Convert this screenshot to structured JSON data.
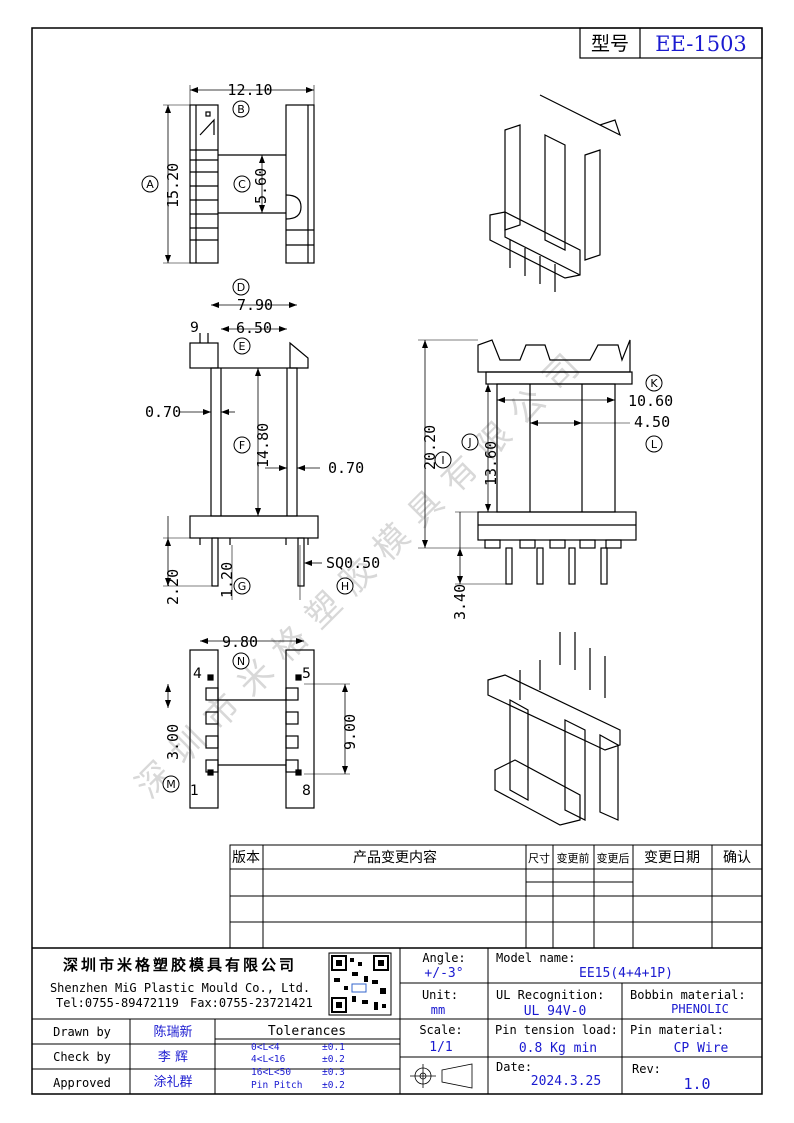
{
  "header": {
    "model_label": "型号",
    "model_value": "EE-1503"
  },
  "dims": {
    "top_width": "12.10",
    "top_height": "15.20",
    "top_inner": "5.60",
    "front_width": "7.90",
    "front_inner": "6.50",
    "front_wall_left": "0.70",
    "front_wall_right": "0.70",
    "front_height": "14.80",
    "pin_len": "2.20",
    "pin_stub": "1.20",
    "pin_square": "SQ0.50",
    "side_width_outer": "10.60",
    "side_width_inner": "4.50",
    "side_height": "20.20",
    "side_core": "13.60",
    "side_pin": "3.40",
    "bottom_width": "9.80",
    "bottom_pitch_left": "3.00",
    "bottom_span": "9.00"
  },
  "markers": {
    "A": "A",
    "B": "B",
    "C": "C",
    "D": "D",
    "E": "E",
    "F": "F",
    "G": "G",
    "H": "H",
    "I": "I",
    "J": "J",
    "K": "K",
    "L": "L",
    "M": "M",
    "N": "N"
  },
  "pin_numbers": {
    "p1": "1",
    "p4": "4",
    "p5": "5",
    "p8": "8",
    "p9": "9"
  },
  "revision_table": {
    "headers": [
      "版本",
      "产品变更内容",
      "尺寸",
      "变更前",
      "变更后",
      "变更日期",
      "确认"
    ]
  },
  "company": {
    "name_cn": "深圳市米格塑胶模具有限公司",
    "name_en": "Shenzhen MiG Plastic Mould Co., Ltd.",
    "tel": "Tel:0755-89472119",
    "fax": "Fax:0755-23721421"
  },
  "title_block": {
    "angle_label": "Angle:",
    "angle_value": "+/-3°",
    "unit_label": "Unit:",
    "unit_value": "mm",
    "scale_label": "Scale:",
    "scale_value": "1/1",
    "model_label": "Model name:",
    "model_value": "EE15(4+4+1P)",
    "ul_label": "UL Recognition:",
    "ul_value": "UL 94V-0",
    "bobbin_label": "Bobbin material:",
    "bobbin_value": "PHENOLIC",
    "tension_label": "Pin tension load:",
    "tension_value": "0.8 Kg min",
    "pinmat_label": "Pin material:",
    "pinmat_value": "CP Wire",
    "date_label": "Date:",
    "date_value": "2024.3.25",
    "rev_label": "Rev:",
    "rev_value": "1.0",
    "drawn_label": "Drawn by",
    "drawn_value": "陈瑞新",
    "check_label": "Check by",
    "check_value": "李 辉",
    "approved_label": "Approved",
    "approved_value": "涂礼群",
    "tol_title": "Tolerances",
    "tol_rows": [
      {
        "range": "0<L<4",
        "val": "±0.1"
      },
      {
        "range": "4<L<16",
        "val": "±0.2"
      },
      {
        "range": "16<L<50",
        "val": "±0.3"
      },
      {
        "range": "Pin Pitch",
        "val": "±0.2"
      }
    ]
  },
  "watermark": "深圳市米格塑胶模具有限公司"
}
